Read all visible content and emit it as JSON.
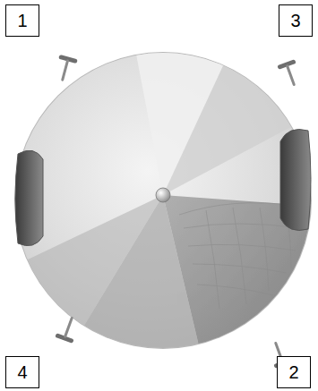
{
  "diagram": {
    "nodes": [
      {
        "text": [
          "1"
        ]
      },
      {
        "text": [
          "3"
        ]
      },
      {
        "text": [
          "4"
        ]
      },
      {
        "text": [
          "2"
        ]
      }
    ]
  }
}
